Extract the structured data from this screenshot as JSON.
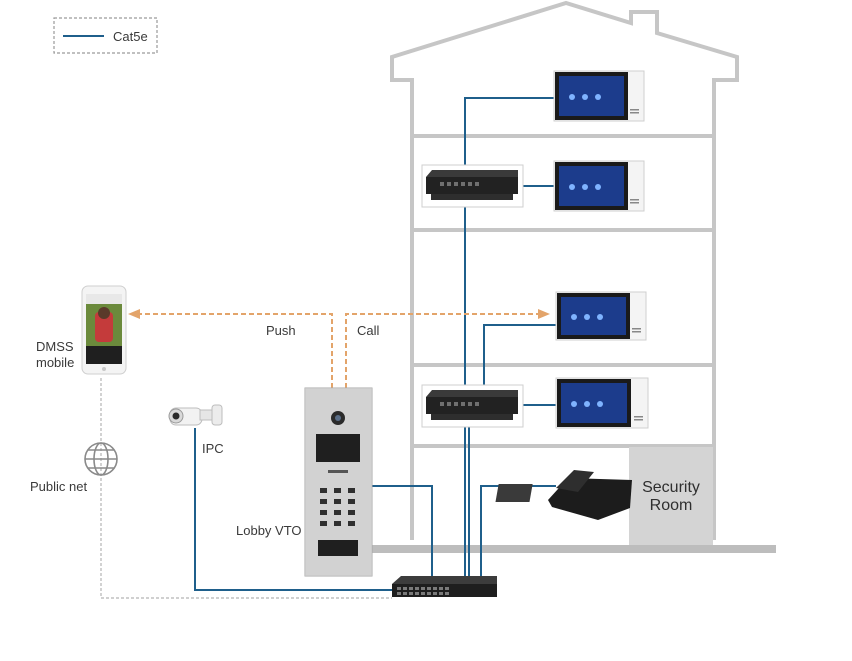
{
  "legend": {
    "cable_label": "Cat5e"
  },
  "labels": {
    "dmss_line1": "DMSS",
    "dmss_line2": "mobile",
    "public_net": "Public net",
    "ipc": "IPC",
    "push": "Push",
    "call": "Call",
    "lobby_vto": "Lobby VTO",
    "security_line1": "Security",
    "security_line2": "Room"
  },
  "colors": {
    "cable": "#1f5f8b",
    "dashed_call": "#e3a46a",
    "building_outline": "#c6c6c6",
    "internet_dashed": "#b5b5b5",
    "security_room": "#d4d4d4"
  },
  "icons": [
    "globe-icon",
    "camera-icon",
    "phone-icon",
    "monitor-icon",
    "switch-icon",
    "desk-phone-icon",
    "door-station-icon"
  ]
}
